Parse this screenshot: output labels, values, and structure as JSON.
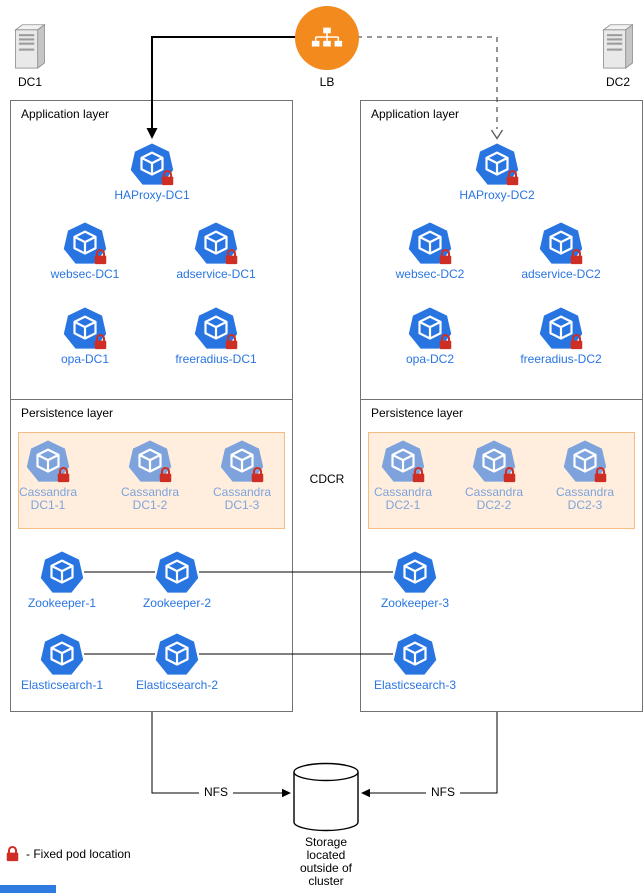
{
  "nodes": {
    "dc1": "DC1",
    "lb": "LB",
    "dc2": "DC2"
  },
  "layers": {
    "app_left": "Application layer",
    "app_right": "Application layer",
    "pers_left": "Persistence layer",
    "pers_right": "Persistence layer"
  },
  "pods": {
    "haproxy_dc1": "HAProxy-DC1",
    "websec_dc1": "websec-DC1",
    "adservice_dc1": "adservice-DC1",
    "opa_dc1": "opa-DC1",
    "freeradius_dc1": "freeradius-DC1",
    "haproxy_dc2": "HAProxy-DC2",
    "websec_dc2": "websec-DC2",
    "adservice_dc2": "adservice-DC2",
    "opa_dc2": "opa-DC2",
    "freeradius_dc2": "freeradius-DC2",
    "cassandra_dc1_1": "Cassandra\nDC1-1",
    "cassandra_dc1_2": "Cassandra\nDC1-2",
    "cassandra_dc1_3": "Cassandra\nDC1-3",
    "cassandra_dc2_1": "Cassandra\nDC2-1",
    "cassandra_dc2_2": "Cassandra\nDC2-2",
    "cassandra_dc2_3": "Cassandra\nDC2-3",
    "zookeeper_1": "Zookeeper-1",
    "zookeeper_2": "Zookeeper-2",
    "zookeeper_3": "Zookeeper-3",
    "elasticsearch_1": "Elasticsearch-1",
    "elasticsearch_2": "Elasticsearch-2",
    "elasticsearch_3": "Elasticsearch-3"
  },
  "labels": {
    "cdcr": "CDCR",
    "nfs_left": "NFS",
    "nfs_right": "NFS",
    "storage": "Storage\nlocated\noutside of\ncluster",
    "legend_fixed_pod": "-  Fixed pod location"
  },
  "colors": {
    "pod_blue": "#2875E2",
    "pod_light_blue": "#7EA3DC",
    "lock_red": "#CF2E24",
    "lb_orange": "#F28A1E",
    "highlight_fill": "#FFEEDD",
    "highlight_border": "#F5BD84",
    "box_border": "#737373"
  },
  "icons": {
    "dc": "server-icon",
    "lb": "load-balancer-icon",
    "pod": "kubernetes-pod-icon",
    "lock": "lock-icon",
    "storage": "database-cylinder-icon"
  }
}
